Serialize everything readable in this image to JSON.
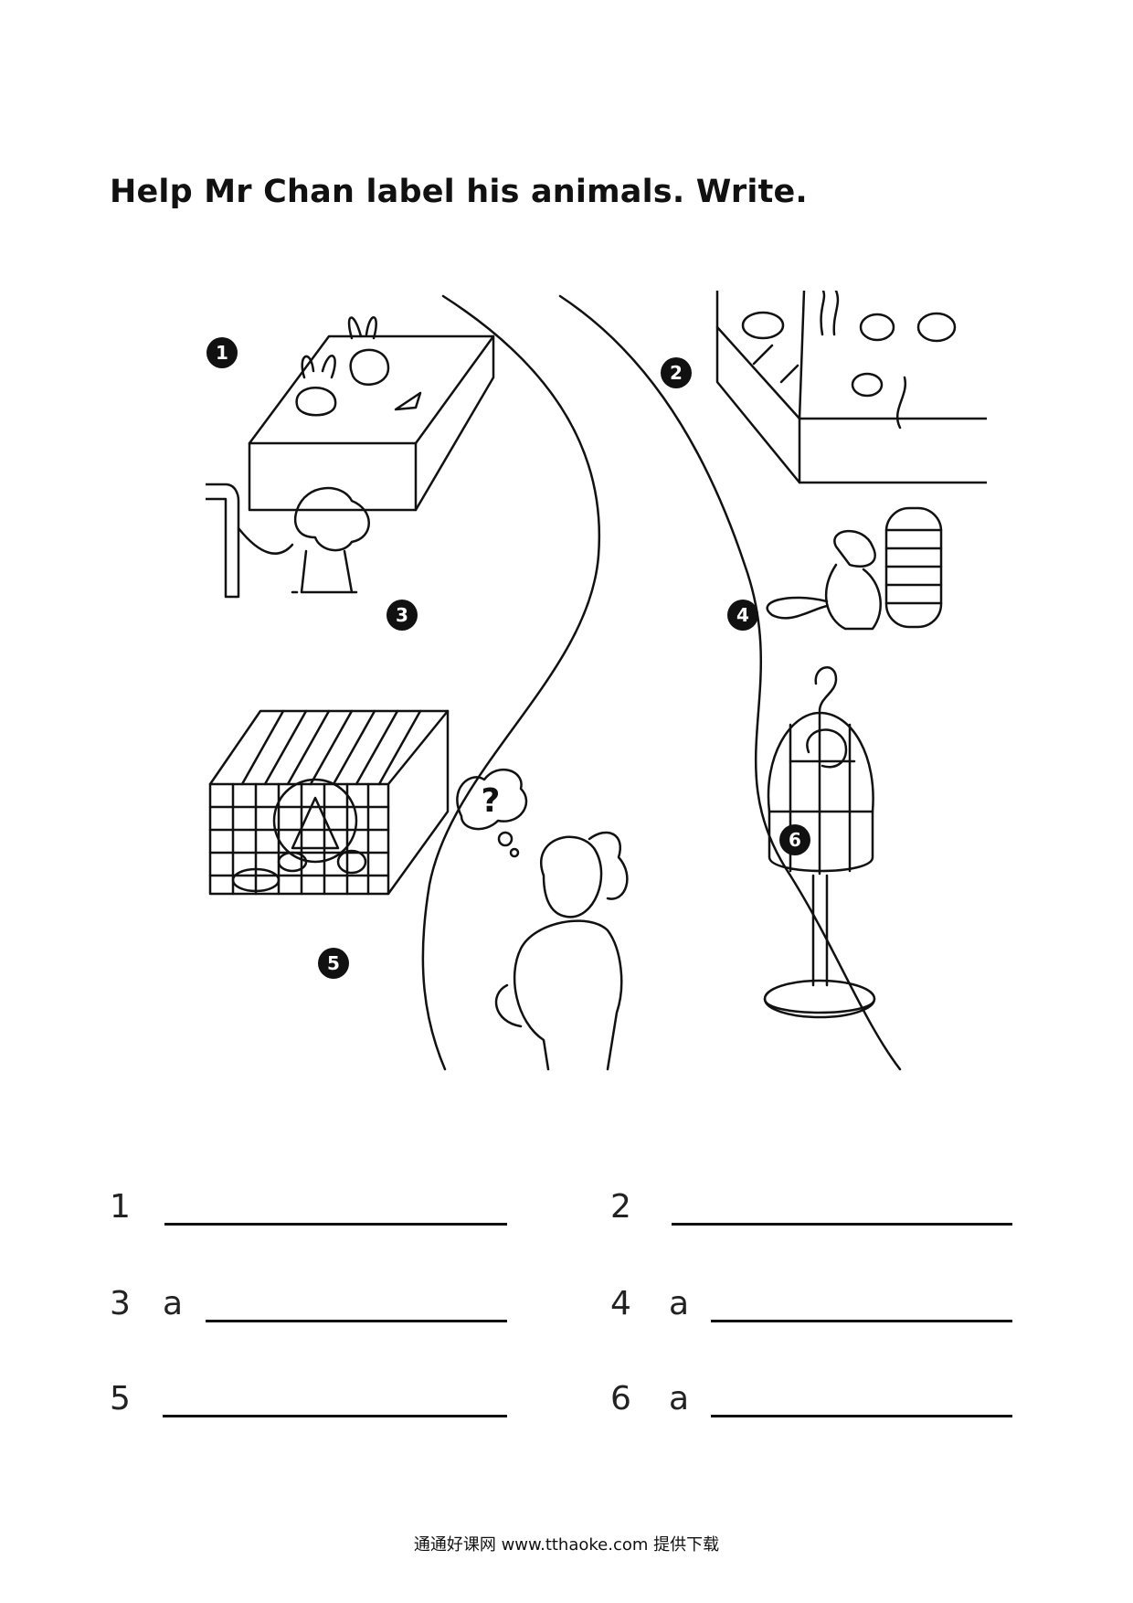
{
  "worksheet": {
    "instruction": "Help Mr Chan label his animals. Write."
  },
  "scene": {
    "badges": [
      "1",
      "2",
      "3",
      "4",
      "5",
      "6"
    ],
    "thought_mark": "?"
  },
  "answers": [
    {
      "number": "1",
      "article": ""
    },
    {
      "number": "2",
      "article": ""
    },
    {
      "number": "3",
      "article": "a"
    },
    {
      "number": "4",
      "article": "a"
    },
    {
      "number": "5",
      "article": ""
    },
    {
      "number": "6",
      "article": "a"
    }
  ],
  "footer": {
    "text": "通通好课网 www.tthaoke.com 提供下载"
  }
}
